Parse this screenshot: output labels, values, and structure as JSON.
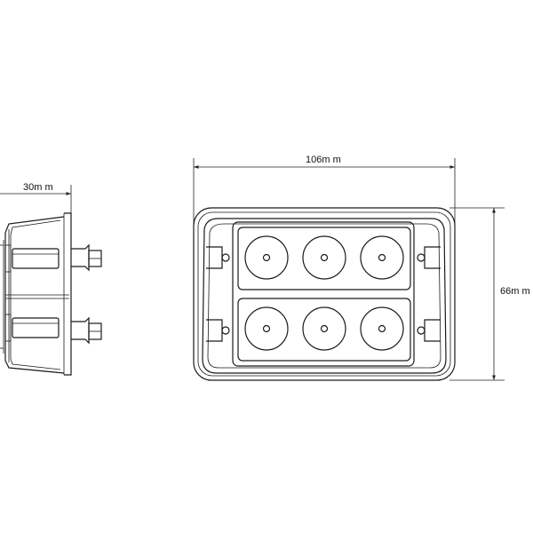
{
  "dimensions": {
    "depth_label": "30m m",
    "width_label": "106m m",
    "height_label": "66m m"
  },
  "lens_rows": [
    {
      "row": "top",
      "lens_count": 3
    },
    {
      "row": "bottom",
      "lens_count": 3
    }
  ],
  "colors": {
    "line": "#1a1a1a",
    "background": "#ffffff"
  }
}
